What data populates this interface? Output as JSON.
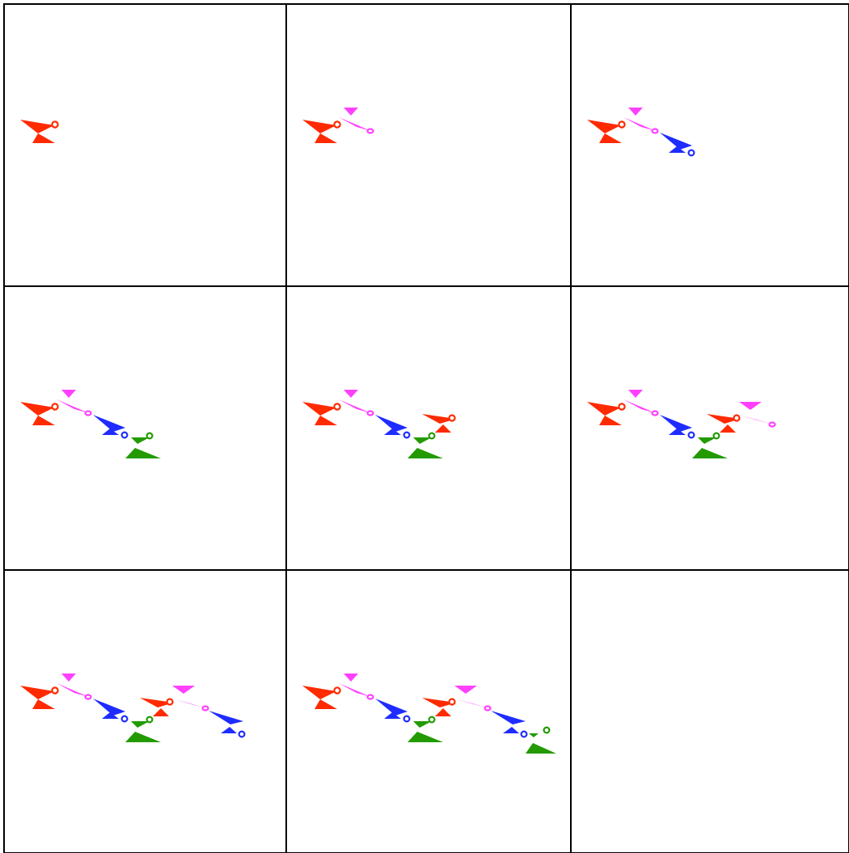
{
  "grid": {
    "rows": 3,
    "cols": 3
  },
  "colors": {
    "red": "#ff2a00",
    "magenta": "#ff40ff",
    "blue": "#1f2cff",
    "green": "#229a00"
  },
  "piece_sequence": [
    "red",
    "magenta",
    "blue",
    "green",
    "red",
    "magenta",
    "blue",
    "green"
  ],
  "panels": [
    {
      "step": 1,
      "pieces": 1
    },
    {
      "step": 2,
      "pieces": 2
    },
    {
      "step": 3,
      "pieces": 3
    },
    {
      "step": 4,
      "pieces": 4
    },
    {
      "step": 5,
      "pieces": 5
    },
    {
      "step": 6,
      "pieces": 6
    },
    {
      "step": 7,
      "pieces": 7
    },
    {
      "step": 8,
      "pieces": 8
    },
    {
      "step": 9,
      "pieces": 0
    }
  ]
}
